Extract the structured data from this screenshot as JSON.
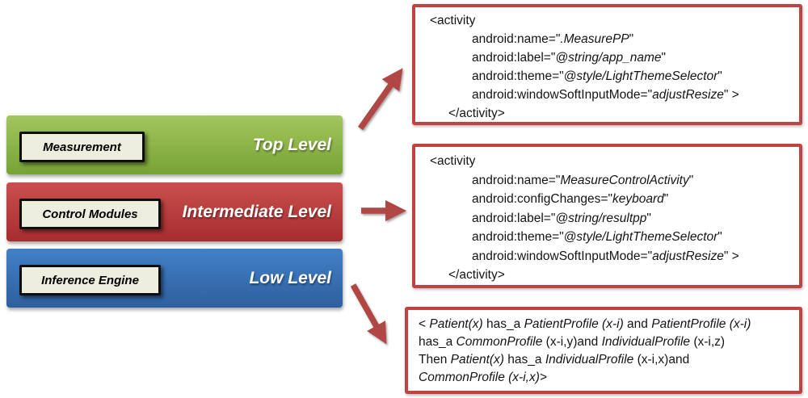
{
  "palette": {
    "green_top": "#a3c65e",
    "green_bottom": "#76a334",
    "red_top": "#ca504e",
    "red_bottom": "#a62c2f",
    "blue_top": "#4280c7",
    "blue_bottom": "#2e609e",
    "code_box_border": "#c14341",
    "arrow": "#b04744",
    "module_box_bg": "#edeedd",
    "module_box_border": "#0e0e0e"
  },
  "layers": [
    {
      "module": "Measurement",
      "level": "Top Level"
    },
    {
      "module": "Control Modules",
      "level": "Intermediate Level"
    },
    {
      "module": "Inference Engine",
      "level": "Low Level"
    }
  ],
  "code_boxes": [
    {
      "lines": [
        {
          "indent": 0,
          "segments": [
            {
              "t": "<activity"
            }
          ]
        },
        {
          "indent": 2,
          "segments": [
            {
              "t": "android:name=\""
            },
            {
              "t": ".MeasurePP",
              "i": true
            },
            {
              "t": "\""
            }
          ]
        },
        {
          "indent": 2,
          "segments": [
            {
              "t": "android:label=\""
            },
            {
              "t": "@string/app_name",
              "i": true
            },
            {
              "t": "\""
            }
          ]
        },
        {
          "indent": 2,
          "segments": [
            {
              "t": "android:theme=\""
            },
            {
              "t": "@style/LightThemeSelector",
              "i": true
            },
            {
              "t": "\""
            }
          ]
        },
        {
          "indent": 2,
          "segments": [
            {
              "t": "android:windowSoftInputMode=\""
            },
            {
              "t": "adjustResize",
              "i": true
            },
            {
              "t": "\" >"
            }
          ]
        },
        {
          "indent": 1,
          "segments": [
            {
              "t": "</activity>"
            }
          ]
        }
      ]
    },
    {
      "lines": [
        {
          "indent": 0,
          "segments": [
            {
              "t": "<activity"
            }
          ]
        },
        {
          "indent": 2,
          "segments": [
            {
              "t": "android:name=\""
            },
            {
              "t": "MeasureControlActivity",
              "i": true
            },
            {
              "t": "\""
            }
          ]
        },
        {
          "indent": 2,
          "segments": [
            {
              "t": "android:configChanges=\""
            },
            {
              "t": "keyboard",
              "i": true
            },
            {
              "t": "\""
            }
          ]
        },
        {
          "indent": 2,
          "segments": [
            {
              "t": "android:label=\""
            },
            {
              "t": "@string/resultpp",
              "i": true
            },
            {
              "t": "\""
            }
          ]
        },
        {
          "indent": 2,
          "segments": [
            {
              "t": "android:theme=\""
            },
            {
              "t": "@style/LightThemeSelector",
              "i": true
            },
            {
              "t": "\""
            }
          ]
        },
        {
          "indent": 2,
          "segments": [
            {
              "t": "android:windowSoftInputMode=\""
            },
            {
              "t": "adjustResize",
              "i": true
            },
            {
              "t": "\" >"
            }
          ]
        },
        {
          "indent": 1,
          "segments": [
            {
              "t": "</activity>"
            }
          ]
        }
      ]
    }
  ],
  "rule_box": {
    "lines": [
      {
        "indent": 0,
        "segments": [
          {
            "t": "< "
          },
          {
            "t": "Patient(x)",
            "i": true
          },
          {
            "t": " has_a "
          },
          {
            "t": "PatientProfile (x-i)",
            "i": true
          },
          {
            "t": " and "
          },
          {
            "t": "PatientProfile (x-i)",
            "i": true
          }
        ]
      },
      {
        "indent": 0,
        "segments": [
          {
            "t": "has_a "
          },
          {
            "t": "CommonProfile",
            "i": true
          },
          {
            "t": " (x-i,y)and "
          },
          {
            "t": "IndividualProfile",
            "i": true
          },
          {
            "t": " (x-i,z)"
          }
        ]
      },
      {
        "indent": 0,
        "segments": [
          {
            "t": "Then "
          },
          {
            "t": "Patient(x)",
            "i": true
          },
          {
            "t": " has_a "
          },
          {
            "t": "IndividualProfile",
            "i": true
          },
          {
            "t": " (x-i,x)and"
          }
        ]
      },
      {
        "indent": 0,
        "segments": [
          {
            "t": "CommonProfile (x-i,x)>",
            "i": true
          }
        ]
      }
    ]
  }
}
